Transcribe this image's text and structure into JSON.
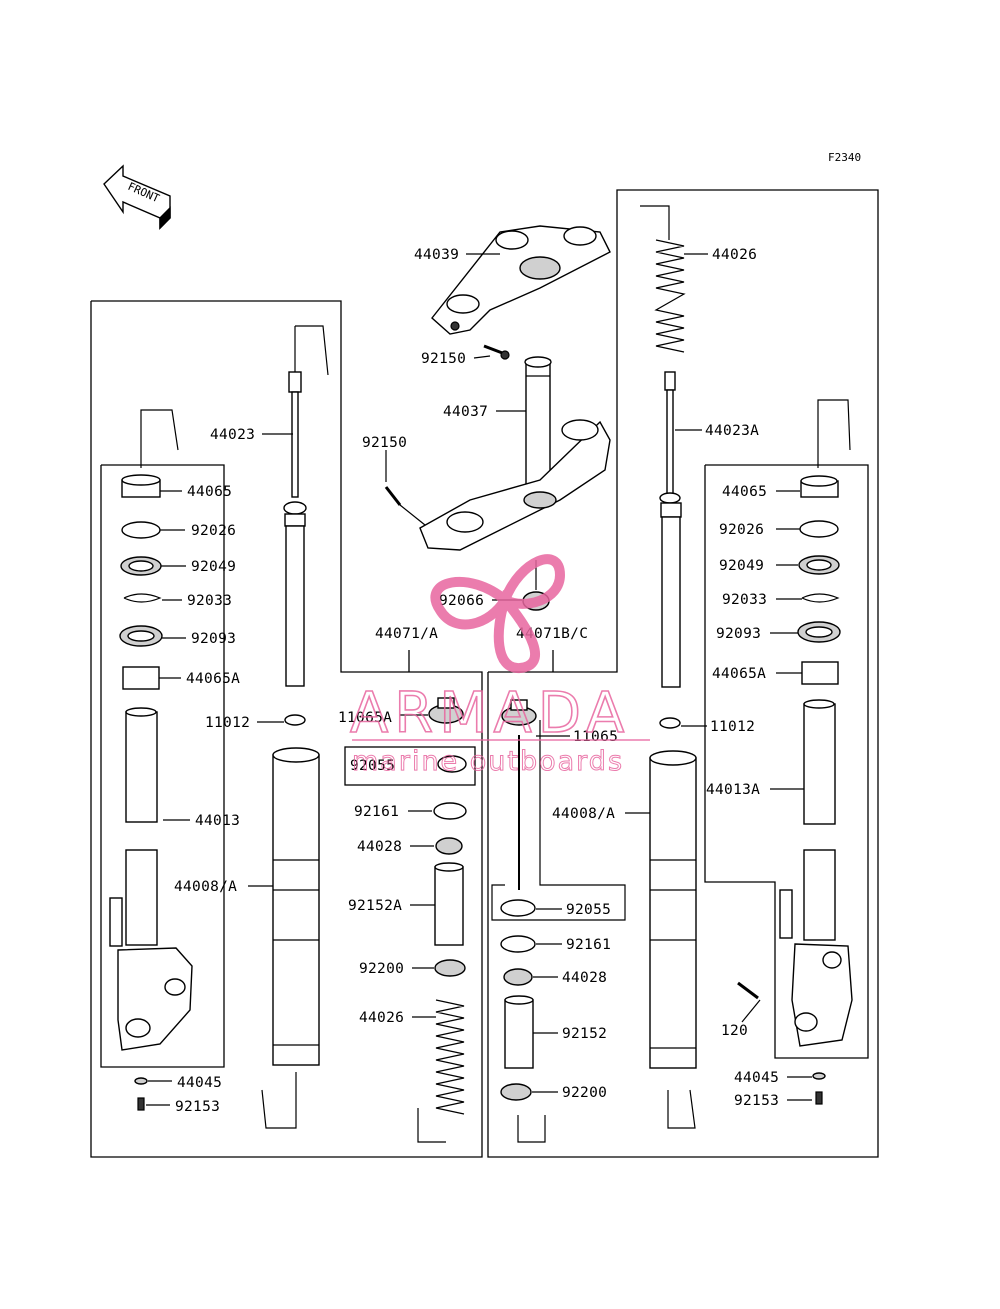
{
  "diagram_code": "F2340",
  "front_label": "FRONT",
  "watermark": {
    "brand": "ARMADA",
    "tagline": "marine outboards",
    "color": "#e8669f"
  },
  "labels": {
    "p44039": "44039",
    "p92150_top": "92150",
    "p44037": "44037",
    "p92150_mid": "92150",
    "p92066": "92066",
    "p44071A": "44071/A",
    "p44071BC": "44071B/C",
    "L44023": "44023",
    "L44065": "44065",
    "L92026": "92026",
    "L92049": "92049",
    "L92033": "92033",
    "L92093": "92093",
    "L44065A": "44065A",
    "L11012": "11012",
    "L44013": "44013",
    "L44008A": "44008/A",
    "L44045": "44045",
    "L92153": "92153",
    "C11065A": "11065A",
    "C92055": "92055",
    "C92161": "92161",
    "C44028": "44028",
    "C92152A": "92152A",
    "C92200": "92200",
    "C44026": "44026",
    "R11065": "11065",
    "R44008A": "44008/A",
    "R92055": "92055",
    "R92161": "92161",
    "R44028": "44028",
    "R92152": "92152",
    "R92200": "92200",
    "R44026": "44026",
    "R44023A": "44023A",
    "R44065": "44065",
    "R92026": "92026",
    "R92049": "92049",
    "R92033": "92033",
    "R92093": "92093",
    "R44065A": "44065A",
    "R11012": "11012",
    "R44013A": "44013A",
    "R120": "120",
    "R44045": "44045",
    "R92153": "92153"
  }
}
